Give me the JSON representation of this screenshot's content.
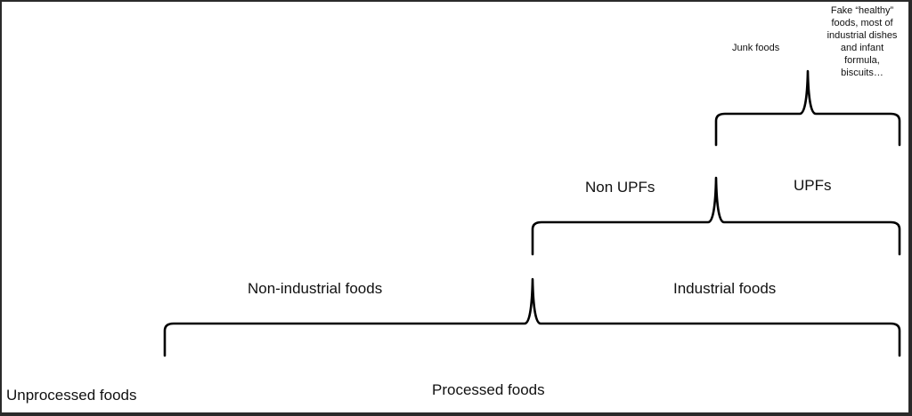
{
  "diagram": {
    "labels": {
      "unprocessed": "Unprocessed foods",
      "processed": "Processed foods",
      "non_industrial": "Non-industrial foods",
      "industrial": "Industrial foods",
      "non_upfs": "Non UPFs",
      "upfs": "UPFs",
      "junk_foods": "Junk foods",
      "fake_healthy": "Fake “healthy”\nfoods, most of\nindustrial dishes\nand infant\nformula,\nbiscuits…"
    }
  }
}
